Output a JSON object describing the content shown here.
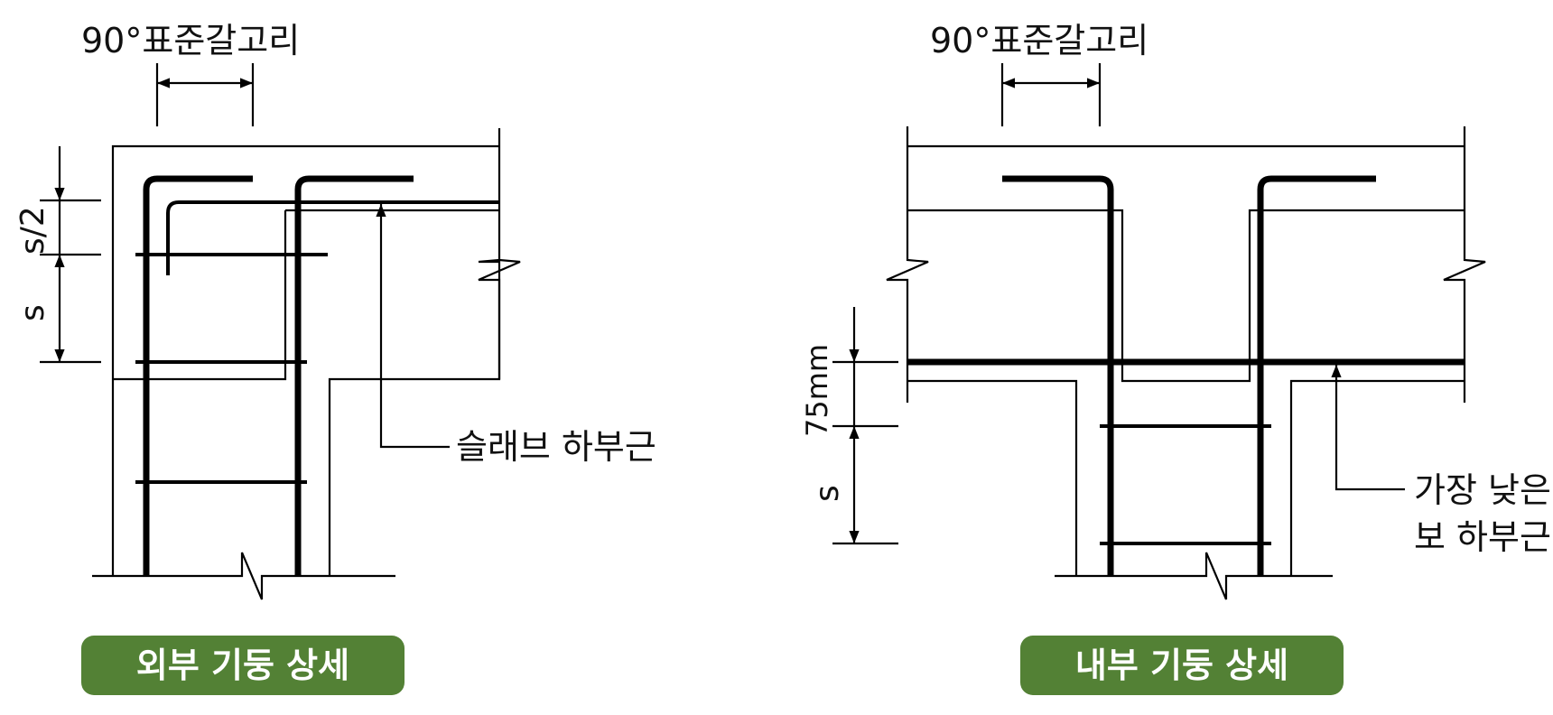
{
  "exterior": {
    "hook_label": "90°표준갈고리",
    "dim_half_spacing": "s/2",
    "dim_spacing": "s",
    "slab_label": "슬래브 하부근",
    "caption": "외부 기둥 상세"
  },
  "interior": {
    "hook_label": "90°표준갈고리",
    "dim_cover": "75mm",
    "dim_spacing": "s",
    "beam_label_line1": "가장 낮은",
    "beam_label_line2": "보 하부근",
    "caption": "내부 기둥 상세"
  },
  "colors": {
    "caption_bg": "#538135",
    "caption_text": "#ffffff",
    "line": "#000000"
  }
}
